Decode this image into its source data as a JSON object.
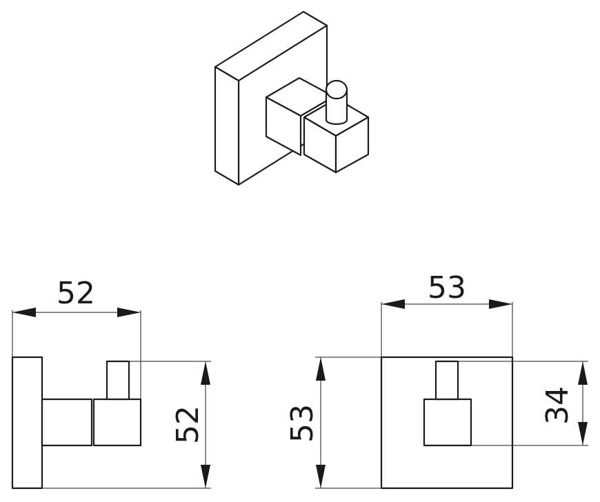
{
  "dimensions": {
    "side_width": "52",
    "side_height": "52",
    "front_width": "53",
    "front_height": "53",
    "hook_height": "34"
  }
}
